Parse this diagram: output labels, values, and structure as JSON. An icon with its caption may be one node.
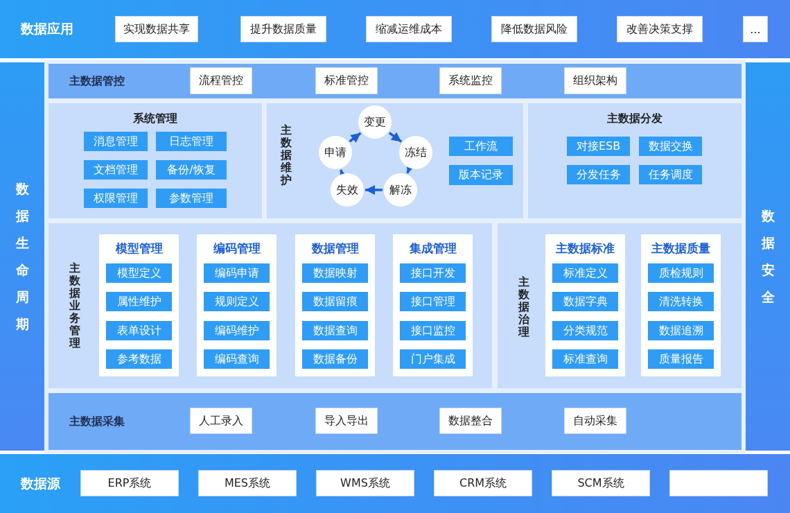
{
  "diagram": {
    "nodes": [
      {
        "text": [
          "数据应用"
        ]
      },
      {
        "text": [
          "实现数据共享"
        ],
        "in": 0
      },
      {
        "text": [
          "提升数据质量"
        ],
        "in": 0
      },
      {
        "text": [
          "缩减运维成本"
        ],
        "in": 0
      },
      {
        "text": [
          "降低数据风险"
        ],
        "in": 0
      },
      {
        "text": [
          "改善决策支撑"
        ],
        "in": 0
      },
      {
        "text": [
          "..."
        ],
        "in": 0
      },
      {
        "text": [
          "数据生命周期"
        ]
      },
      {
        "text": [
          "主数据管控"
        ]
      },
      {
        "text": [
          "流程管控"
        ],
        "in": 8
      },
      {
        "text": [
          "标准管控"
        ],
        "in": 8
      },
      {
        "text": [
          "系统监控"
        ],
        "in": 8
      },
      {
        "text": [
          "组织架构"
        ],
        "in": 8
      },
      {
        "text": [
          "系统管理"
        ]
      },
      {
        "text": [
          "消息管理"
        ],
        "in": 13
      },
      {
        "text": [
          "日志管理"
        ],
        "in": 13
      },
      {
        "text": [
          "文档管理"
        ],
        "in": 13
      },
      {
        "text": [
          "备份/恢复"
        ],
        "in": 13
      },
      {
        "text": [
          "权限管理"
        ],
        "in": 13
      },
      {
        "text": [
          "参数管理"
        ],
        "in": 13
      },
      {
        "text": [
          "主数据维护"
        ]
      },
      {
        "text": [
          "变更"
        ],
        "in": 20
      },
      {
        "text": [
          "冻结"
        ],
        "in": 20
      },
      {
        "text": [
          "解冻"
        ],
        "in": 20
      },
      {
        "text": [
          "失效"
        ],
        "in": 20
      },
      {
        "text": [
          "申请"
        ],
        "in": 20
      },
      {
        "text": [
          "工作流"
        ],
        "in": 20
      },
      {
        "text": [
          "版本记录"
        ],
        "in": 20
      },
      {
        "text": [
          "主数据分发"
        ]
      },
      {
        "text": [
          "对接ESB"
        ],
        "in": 28
      },
      {
        "text": [
          "数据交换"
        ],
        "in": 28
      },
      {
        "text": [
          "分发任务"
        ],
        "in": 28
      },
      {
        "text": [
          "任务调度"
        ],
        "in": 28
      },
      {
        "text": [
          "主数据业务管理"
        ]
      },
      {
        "text": [
          "模型管理"
        ],
        "in": 33
      },
      {
        "text": [
          "模型定义"
        ],
        "in": 34
      },
      {
        "text": [
          "属性维护"
        ],
        "in": 34
      },
      {
        "text": [
          "表单设计"
        ],
        "in": 34
      },
      {
        "text": [
          "参考数据"
        ],
        "in": 34
      },
      {
        "text": [
          "编码管理"
        ],
        "in": 33
      },
      {
        "text": [
          "编码申请"
        ],
        "in": 39
      },
      {
        "text": [
          "规则定义"
        ],
        "in": 39
      },
      {
        "text": [
          "编码维护"
        ],
        "in": 39
      },
      {
        "text": [
          "编码查询"
        ],
        "in": 39
      },
      {
        "text": [
          "数据管理"
        ],
        "in": 33
      },
      {
        "text": [
          "数据映射"
        ],
        "in": 44
      },
      {
        "text": [
          "数据留痕"
        ],
        "in": 44
      },
      {
        "text": [
          "数据查询"
        ],
        "in": 44
      },
      {
        "text": [
          "数据备份"
        ],
        "in": 44
      },
      {
        "text": [
          "集成管理"
        ],
        "in": 33
      },
      {
        "text": [
          "接口开发"
        ],
        "in": 49
      },
      {
        "text": [
          "接口管理"
        ],
        "in": 49
      },
      {
        "text": [
          "接口监控"
        ],
        "in": 49
      },
      {
        "text": [
          "门户集成"
        ],
        "in": 49
      },
      {
        "text": [
          "主数据治理"
        ]
      },
      {
        "text": [
          "主数据标准"
        ],
        "in": 54
      },
      {
        "text": [
          "标准定义"
        ],
        "in": 55
      },
      {
        "text": [
          "数据字典"
        ],
        "in": 55
      },
      {
        "text": [
          "分类规范"
        ],
        "in": 55
      },
      {
        "text": [
          "标准查询"
        ],
        "in": 55
      },
      {
        "text": [
          "主数据质量"
        ],
        "in": 54
      },
      {
        "text": [
          "质检规则"
        ],
        "in": 60
      },
      {
        "text": [
          "清洗转换"
        ],
        "in": 60
      },
      {
        "text": [
          "数据追溯"
        ],
        "in": 60
      },
      {
        "text": [
          "质量报告"
        ],
        "in": 60
      },
      {
        "text": [
          "主数据采集"
        ]
      },
      {
        "text": [
          "人工录入"
        ],
        "in": 65
      },
      {
        "text": [
          "导入导出"
        ],
        "in": 65
      },
      {
        "text": [
          "数据整合"
        ],
        "in": 65
      },
      {
        "text": [
          "自动采集"
        ],
        "in": 65
      },
      {
        "text": [
          "数据安全"
        ]
      },
      {
        "text": [
          "数据源"
        ]
      },
      {
        "text": [
          "ERP系统"
        ],
        "in": 71
      },
      {
        "text": [
          "MES系统"
        ],
        "in": 71
      },
      {
        "text": [
          "WMS系统"
        ],
        "in": 71
      },
      {
        "text": [
          "CRM系统"
        ],
        "in": 71
      },
      {
        "text": [
          "SCM系统"
        ],
        "in": 71
      },
      {
        "text": [],
        "shape": "box",
        "in": 71
      }
    ],
    "edges": [
      {
        "from": 25,
        "to": 21,
        "arrow": "to"
      },
      {
        "from": 21,
        "to": 22,
        "arrow": "to"
      },
      {
        "from": 22,
        "to": 23,
        "arrow": "to"
      },
      {
        "from": 23,
        "to": 24,
        "arrow": "to"
      },
      {
        "from": 24,
        "to": 25,
        "arrow": "to"
      }
    ]
  }
}
